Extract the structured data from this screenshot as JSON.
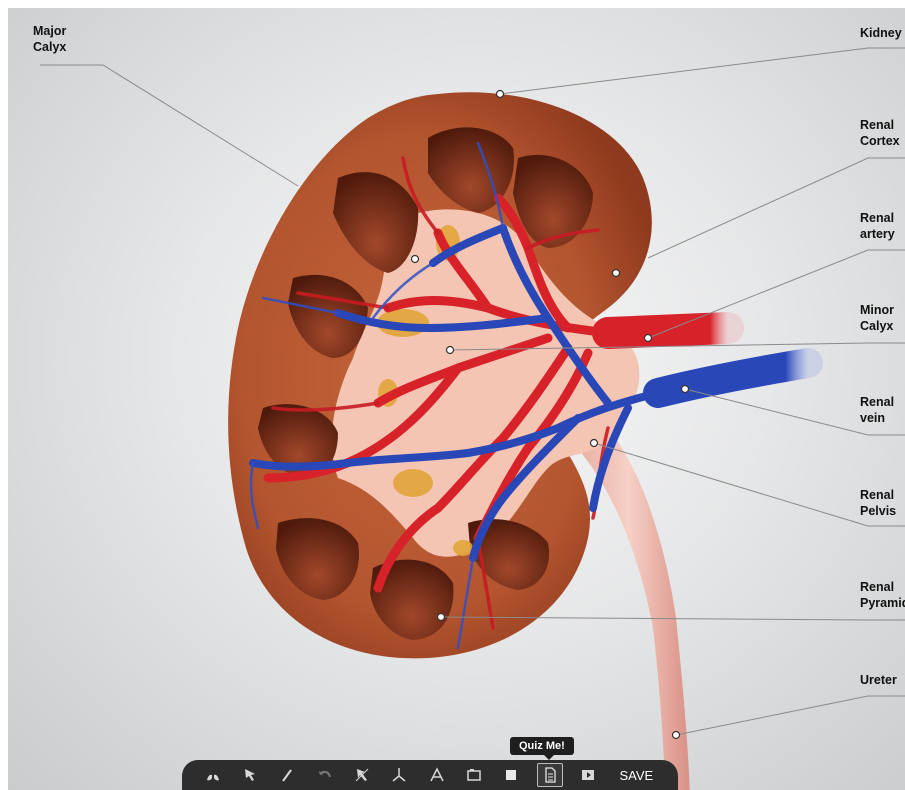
{
  "labels": {
    "major_calyx": "Major\nCalyx",
    "kidney": "Kidney",
    "renal_cortex": "Renal\nCortex",
    "renal_artery": "Renal\nartery",
    "minor_calyx": "Minor\nCalyx",
    "renal_vein": "Renal\nvein",
    "renal_pelvis": "Renal\nPelvis",
    "renal_pyramid": "Renal\nPyramid",
    "ureter": "Ureter"
  },
  "toolbar": {
    "tools": [
      {
        "name": "lungs-icon"
      },
      {
        "name": "select-arrow-icon"
      },
      {
        "name": "pen-icon"
      },
      {
        "name": "undo-icon"
      },
      {
        "name": "reset-arrow-icon"
      },
      {
        "name": "axes-icon"
      },
      {
        "name": "text-icon"
      },
      {
        "name": "camera-icon"
      },
      {
        "name": "fade-icon"
      },
      {
        "name": "quiz-icon"
      },
      {
        "name": "present-icon"
      }
    ],
    "save_label": "SAVE",
    "tooltip": "Quiz Me!"
  },
  "colors": {
    "cortex": "#b3552f",
    "pyramid": "#6e2a16",
    "pelvis": "#f4c5b3",
    "artery": "#d7222a",
    "vein": "#2a47b8",
    "fat": "#e2a53a"
  }
}
